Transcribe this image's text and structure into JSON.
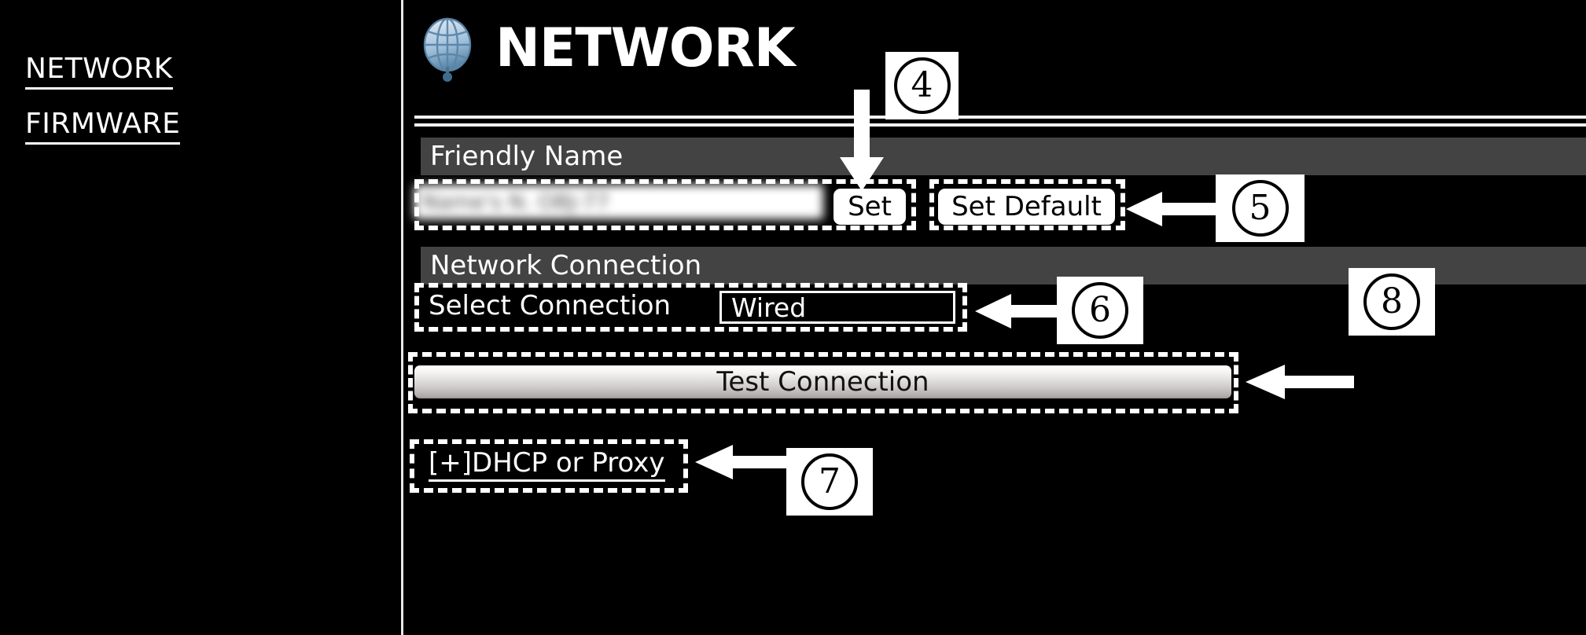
{
  "sidebar": {
    "items": [
      {
        "label": "NETWORK",
        "name": "network"
      },
      {
        "label": "FIRMWARE",
        "name": "firmware"
      }
    ]
  },
  "header": {
    "title": "NETWORK",
    "icon": "globe-icon"
  },
  "sections": {
    "friendly_name": {
      "title": "Friendly Name",
      "input_value": "Name's N. OBJ-77",
      "input_placeholder": "",
      "set_label": "Set",
      "set_default_label": "Set Default"
    },
    "network_connection": {
      "title": "Network Connection",
      "select_label": "Select Connection",
      "select_value": "Wired",
      "select_options": [
        "Wired"
      ],
      "test_button_label": "Test Connection",
      "dhcp_link_label": "[+]DHCP or Proxy"
    }
  },
  "callouts": [
    {
      "number": "4",
      "target": "friendly-name-input"
    },
    {
      "number": "5",
      "target": "set-default-button"
    },
    {
      "number": "6",
      "target": "select-connection-dropdown"
    },
    {
      "number": "7",
      "target": "dhcp-or-proxy-link"
    },
    {
      "number": "8",
      "target": "test-connection-button"
    }
  ],
  "colors": {
    "background": "#000000",
    "section_bar": "#434343",
    "accent_rule": "#f0f0f0",
    "text": "#ffffff",
    "globe_blue": "#9dbdd8"
  }
}
